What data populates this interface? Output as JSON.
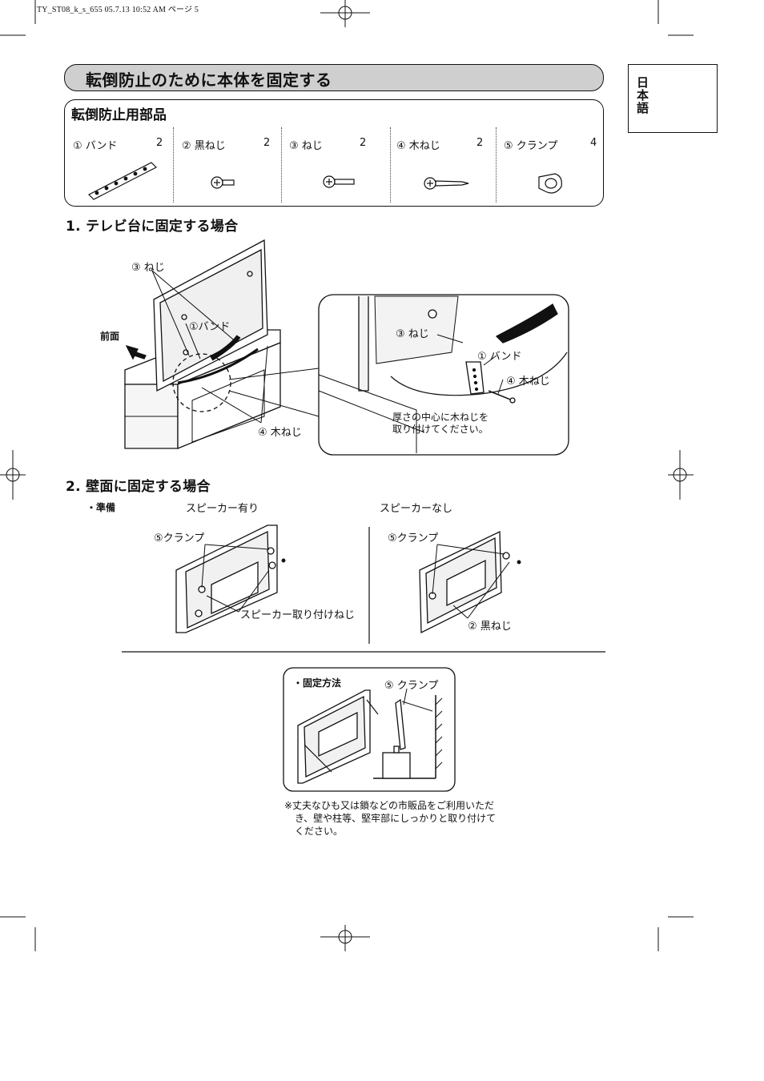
{
  "header": {
    "file_line": "TY_ST08_k_s_655  05.7.13 10:52 AM    ページ 5"
  },
  "side_tab": {
    "label": "日本語"
  },
  "title": {
    "text": "転倒防止のために本体を固定する"
  },
  "parts_box": {
    "title": "転倒防止用部品",
    "items": [
      {
        "label": "① バンド",
        "qty": "2",
        "icon": "band-icon"
      },
      {
        "label": "② 黒ねじ",
        "qty": "2",
        "icon": "black-screw-icon"
      },
      {
        "label": "③ ねじ",
        "qty": "2",
        "icon": "screw-icon"
      },
      {
        "label": "④ 木ねじ",
        "qty": "2",
        "icon": "wood-screw-icon"
      },
      {
        "label": "⑤ クランプ",
        "qty": "4",
        "icon": "clamp-icon"
      }
    ]
  },
  "section1": {
    "heading": "1. テレビ台に固定する場合",
    "front_label": "前面",
    "callouts": {
      "screw": "③ ねじ",
      "band": "①バンド",
      "wood_screw": "④ 木ねじ",
      "zoom_screw": "③ ねじ",
      "zoom_band": "① バンド",
      "zoom_wood_screw": "④ 木ねじ"
    },
    "note_line1": "厚さの中心に木ねじを",
    "note_line2": "取り付けてください。"
  },
  "section2": {
    "heading": "2. 壁面に固定する場合",
    "prep_label": "・準備",
    "with_speaker": "スピーカー有り",
    "without_speaker": "スピーカーなし",
    "clamp_left": "⑤クランプ",
    "speaker_screw": "スピーカー取り付けねじ",
    "clamp_right": "⑤クランプ",
    "black_screw": "② 黒ねじ",
    "fix_method_label": "・固定方法",
    "clamp_fix": "⑤ クランプ",
    "footnote_line1": "※丈夫なひも又は鎖などの市販品をご利用いただ",
    "footnote_line2": "き、壁や柱等、堅牢部にしっかりと取り付けて",
    "footnote_line3": "ください。"
  }
}
